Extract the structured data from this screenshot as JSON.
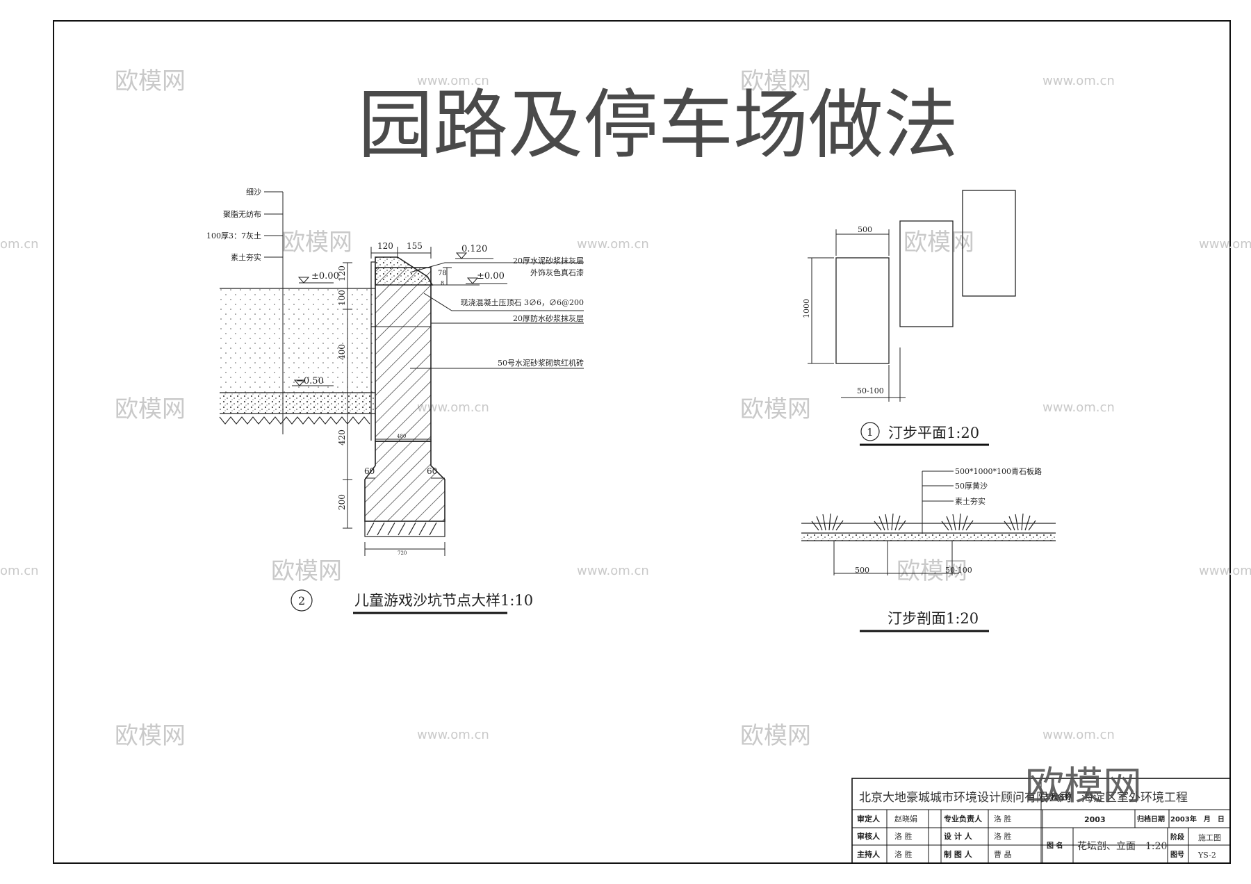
{
  "sheet_title": "园路及停车场做法",
  "watermarks": {
    "logo_small": "欧模网",
    "url": "www.om.cn",
    "logo_large": "欧模网",
    "url_cut_left": "om.cn",
    "url_cut_right": "www.om"
  },
  "detail2": {
    "layers_left": [
      "细沙",
      "聚脂无纺布",
      "100厚3：7灰土",
      "素土夯实"
    ],
    "layers_right": [
      "20厚水泥砂浆抹灰层",
      "外饰灰色真石漆",
      "现浇混凝土压顶石 3∅6，∅6@200",
      "20厚防水砂浆抹灰层",
      "50号水泥砂浆砌筑红机砖"
    ],
    "dims": {
      "top_a": "120",
      "top_b": "155",
      "top_level": "0.120",
      "v78": "78",
      "v8": "8",
      "level_left": "±0.00",
      "level_right": "±0.00",
      "level_low": "−0.50",
      "v120": "120",
      "v100": "100",
      "v400": "400",
      "v420": "420",
      "v200": "200",
      "w480": "480",
      "f60a": "60",
      "f60b": "60",
      "w720": "720"
    },
    "number": "2",
    "caption": "儿童游戏沙坑节点大样1:10"
  },
  "detail1": {
    "dim_top": "500",
    "dim_left": "1000",
    "dim_gap": "50-100",
    "number": "1",
    "caption": "汀步平面1:20"
  },
  "detail3": {
    "layers": [
      "500*1000*100青石板路",
      "50厚黄沙",
      "素土夯实"
    ],
    "dim_a": "500",
    "dim_b": "50-100",
    "caption": "汀步剖面1:20"
  },
  "title_block": {
    "company": "北京大地豪城城市环境设计顾问有限公司",
    "project_label": "工程名称",
    "project": "海淀区室外环境工程",
    "roles": [
      {
        "label": "审定人",
        "name": "赵晓娟",
        "label2": "专业负责人",
        "name2": "洛 胜"
      },
      {
        "label": "审核人",
        "name": "洛 胜",
        "label2": "设 计 人",
        "name2": "洛 胜"
      },
      {
        "label": "主持人",
        "name": "洛 胜",
        "label2": "制 图 人",
        "name2": "曹 晶"
      }
    ],
    "year": "2003",
    "archive_label": "归档日期",
    "archive_date": "2003年　月　日",
    "drawing_name_label": "图 名",
    "drawing_name": "花坛剖、立面　1:20",
    "stage_label": "阶段",
    "stage": "施工图",
    "number_label": "图号",
    "number": "YS-2"
  }
}
